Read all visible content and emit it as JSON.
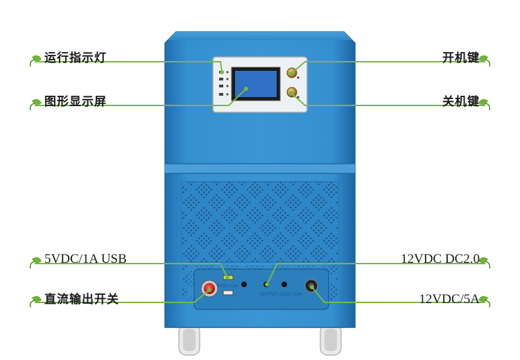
{
  "callouts": {
    "run_indicator": "运行指示灯",
    "lcd_display": "图形显示屏",
    "power_on_key": "开机键",
    "power_off_key": "关机键",
    "usb_output": "5VDC/1A USB",
    "dc_output_switch": "直流输出开关",
    "dc_jack": "12VDC DC2.0",
    "dc_terminal": "12VDC/5A"
  },
  "front_panel": {
    "usb_marking": "5VDC 1.0A",
    "output_marking": "OUTPUT 12VDC 5.0A"
  },
  "colors": {
    "cabinet_blue": "#2f86c6",
    "cabinet_dark": "#1e6aa6",
    "line_green": "#7ab648",
    "leaf_green": "#6fb33b"
  }
}
